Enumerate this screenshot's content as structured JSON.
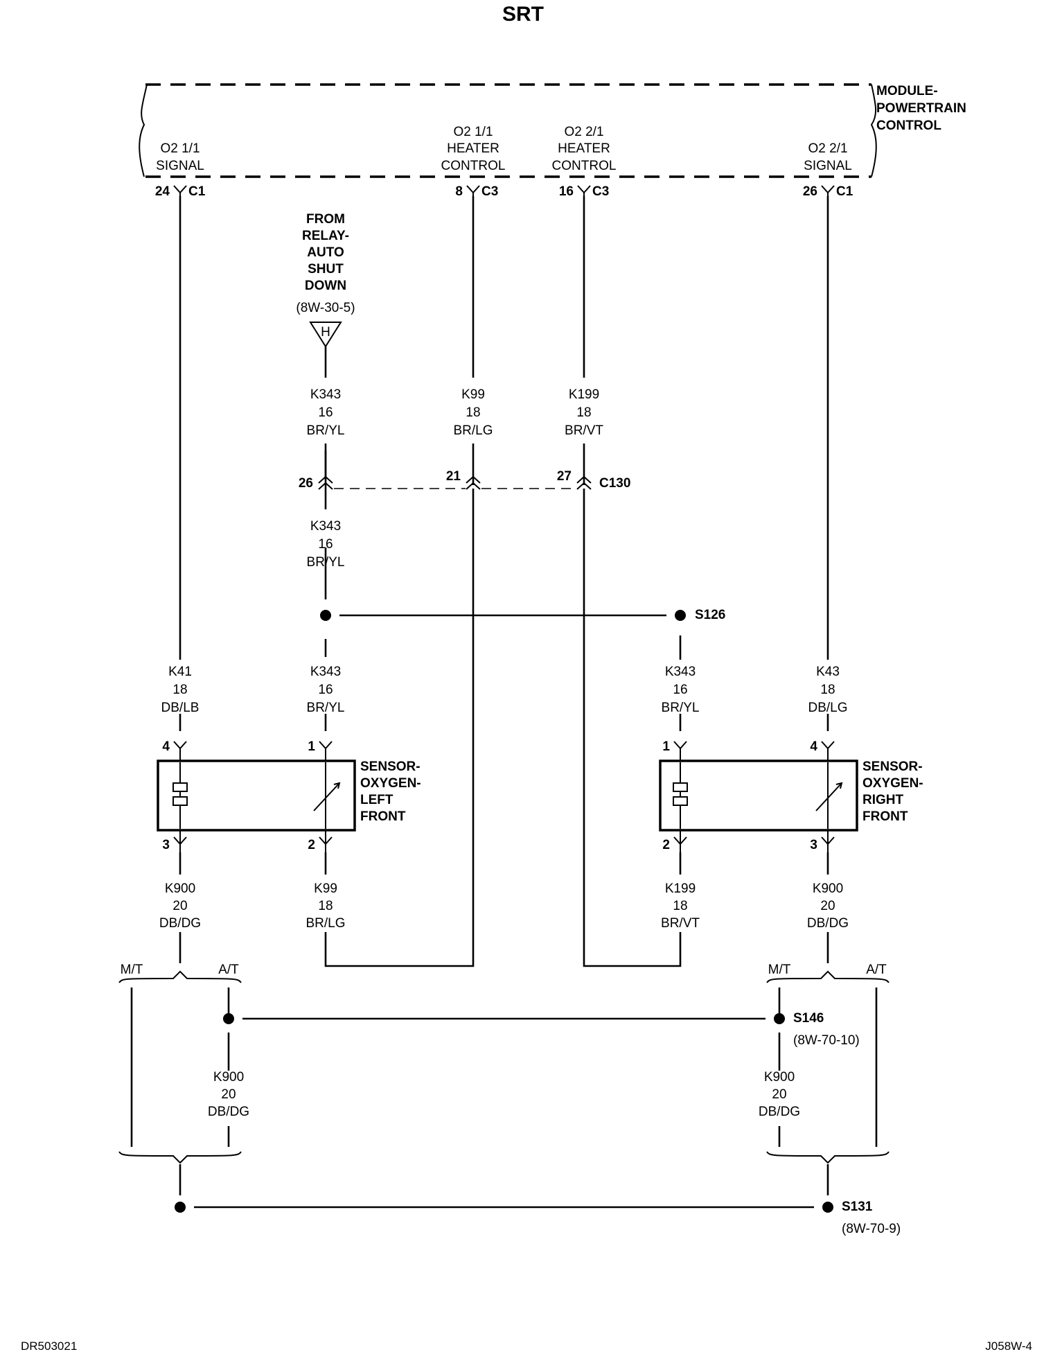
{
  "title": "SRT",
  "module": {
    "lines": [
      "MODULE-",
      "POWERTRAIN",
      "CONTROL"
    ]
  },
  "pcm_pins": [
    {
      "lines": [
        "O2 1/1",
        "SIGNAL"
      ],
      "pin": "24",
      "connector": "C1"
    },
    {
      "lines": [
        "O2 1/1",
        "HEATER",
        "CONTROL"
      ],
      "pin": "8",
      "connector": "C3"
    },
    {
      "lines": [
        "O2 2/1",
        "HEATER",
        "CONTROL"
      ],
      "pin": "16",
      "connector": "C3"
    },
    {
      "lines": [
        "O2 2/1",
        "SIGNAL"
      ],
      "pin": "26",
      "connector": "C1"
    }
  ],
  "relay_source": {
    "lines": [
      "FROM",
      "RELAY-",
      "AUTO",
      "SHUT",
      "DOWN"
    ],
    "ref": "(8W-30-5)",
    "tag": "H"
  },
  "wires": [
    {
      "circuit": "K343",
      "gauge": "16",
      "color": "BR/YL"
    },
    {
      "circuit": "K99",
      "gauge": "18",
      "color": "BR/LG"
    },
    {
      "circuit": "K199",
      "gauge": "18",
      "color": "BR/VT"
    },
    {
      "circuit": "K343",
      "gauge": "16",
      "color": "BR/YL"
    },
    {
      "circuit": "K41",
      "gauge": "18",
      "color": "DB/LB"
    },
    {
      "circuit": "K343",
      "gauge": "16",
      "color": "BR/YL"
    },
    {
      "circuit": "K343",
      "gauge": "16",
      "color": "BR/YL"
    },
    {
      "circuit": "K43",
      "gauge": "18",
      "color": "DB/LG"
    },
    {
      "circuit": "K900",
      "gauge": "20",
      "color": "DB/DG"
    },
    {
      "circuit": "K99",
      "gauge": "18",
      "color": "BR/LG"
    },
    {
      "circuit": "K199",
      "gauge": "18",
      "color": "BR/VT"
    },
    {
      "circuit": "K900",
      "gauge": "20",
      "color": "DB/DG"
    },
    {
      "circuit": "K900",
      "gauge": "20",
      "color": "DB/DG"
    },
    {
      "circuit": "K900",
      "gauge": "20",
      "color": "DB/DG"
    }
  ],
  "c130": {
    "name": "C130",
    "pins": [
      "26",
      "21",
      "27"
    ]
  },
  "splices": {
    "s126": {
      "name": "S126"
    },
    "s146": {
      "name": "S146",
      "ref": "(8W-70-10)"
    },
    "s131": {
      "name": "S131",
      "ref": "(8W-70-9)"
    }
  },
  "sensors": [
    {
      "lines": [
        "SENSOR-",
        "OXYGEN-",
        "LEFT",
        "FRONT"
      ],
      "pins_top": [
        "4",
        "1"
      ],
      "pins_bottom": [
        "3",
        "2"
      ]
    },
    {
      "lines": [
        "SENSOR-",
        "OXYGEN-",
        "RIGHT",
        "FRONT"
      ],
      "pins_top": [
        "1",
        "4"
      ],
      "pins_bottom": [
        "2",
        "3"
      ]
    }
  ],
  "options": {
    "manual": "M/T",
    "auto": "A/T"
  },
  "footer": {
    "left": "DR503021",
    "right": "J058W-4"
  }
}
